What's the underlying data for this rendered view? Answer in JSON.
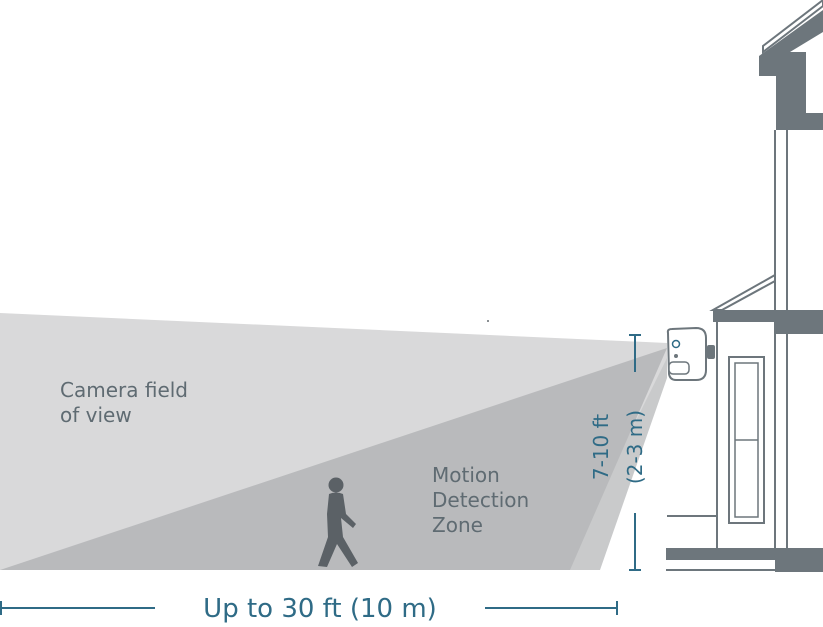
{
  "labels": {
    "camera_fov_line1": "Camera field",
    "camera_fov_line2": "of view",
    "motion_line1": "Motion",
    "motion_line2": "Detection",
    "motion_line3": "Zone",
    "height_line1": "7-10 ft",
    "height_line2": "(2-3 m)",
    "distance": "Up to 30 ft (10 m)"
  },
  "colors": {
    "fov_fill": "#d9d9da",
    "motion_fill": "#b8b9bb",
    "ground_beam": "#cfd0d1",
    "house_stroke": "#6d767c",
    "accent_blue": "#2f6b86",
    "person": "#5b6166"
  }
}
